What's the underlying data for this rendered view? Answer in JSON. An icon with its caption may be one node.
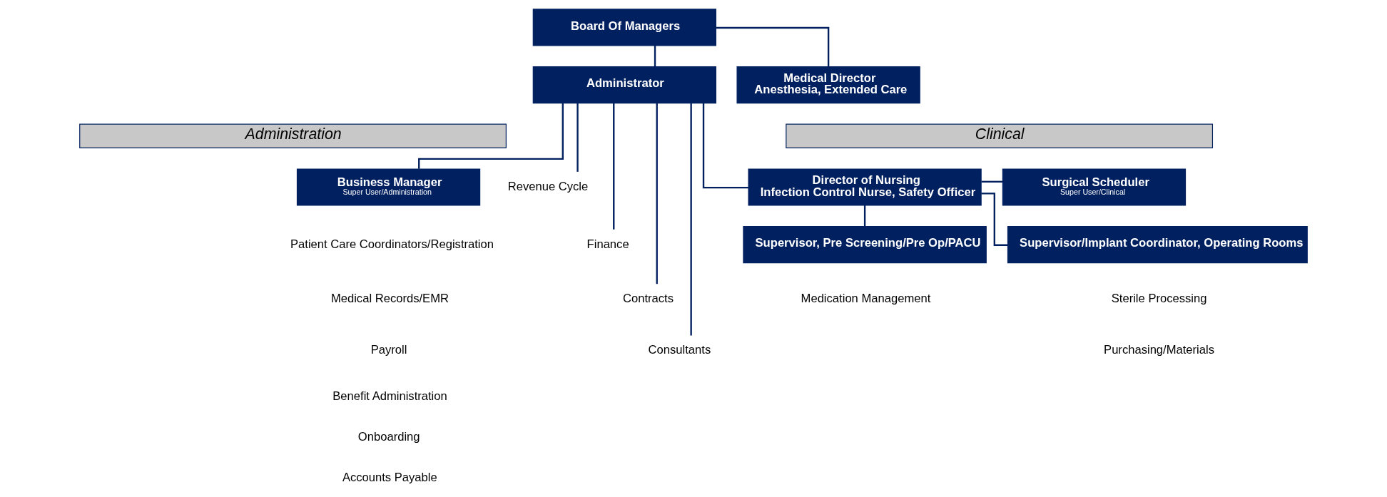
{
  "diagram": {
    "nodes": [
      {
        "text": [
          "Board Of Managers"
        ]
      },
      {
        "text": [
          "Administrator"
        ]
      },
      {
        "text": [
          "Medical Director",
          "Anesthesia, Extended Care"
        ]
      },
      {
        "text": [
          "Administration"
        ]
      },
      {
        "text": [
          "Clinical"
        ]
      },
      {
        "text": [
          "Revenue Cycle"
        ]
      },
      {
        "text": [
          "Finance"
        ]
      },
      {
        "text": [
          "Contracts"
        ]
      },
      {
        "text": [
          "Consultants"
        ]
      },
      {
        "text": [
          "Business Manager",
          "Super User/Administration"
        ],
        "beside": [
          "Patient Care Coordinators/Registration",
          "Medical Records/EMR",
          "Payroll",
          "Benefit Administration",
          "Onboarding",
          "Accounts Payable"
        ]
      },
      {
        "text": [
          "Director of Nursing",
          "Infection Control Nurse, Safety Officer"
        ]
      },
      {
        "text": [
          "Surgical Scheduler",
          "Super User/Clinical"
        ]
      },
      {
        "text": [
          "Supervisor, Pre Screening/Pre Op/PACU"
        ],
        "beside": [
          "Medication Management"
        ]
      },
      {
        "text": [
          "Supervisor/Implant Coordinator, Operating Rooms"
        ],
        "beside": [
          "Sterile Processing",
          "Purchasing/Materials"
        ]
      }
    ],
    "edges": [
      {
        "from": 0,
        "to": 1,
        "arrow": "none"
      },
      {
        "from": 0,
        "to": 2,
        "arrow": "none"
      },
      {
        "from": 1,
        "to": 5,
        "arrow": "none"
      },
      {
        "from": 1,
        "to": 6,
        "arrow": "none"
      },
      {
        "from": 1,
        "to": 7,
        "arrow": "none"
      },
      {
        "from": 1,
        "to": 8,
        "arrow": "none"
      },
      {
        "from": 1,
        "to": 9,
        "arrow": "none"
      },
      {
        "from": 1,
        "to": 10,
        "arrow": "none"
      },
      {
        "from": 10,
        "to": 11,
        "arrow": "none"
      },
      {
        "from": 10,
        "to": 12,
        "arrow": "none"
      },
      {
        "from": 10,
        "to": 13,
        "arrow": "none"
      }
    ]
  }
}
